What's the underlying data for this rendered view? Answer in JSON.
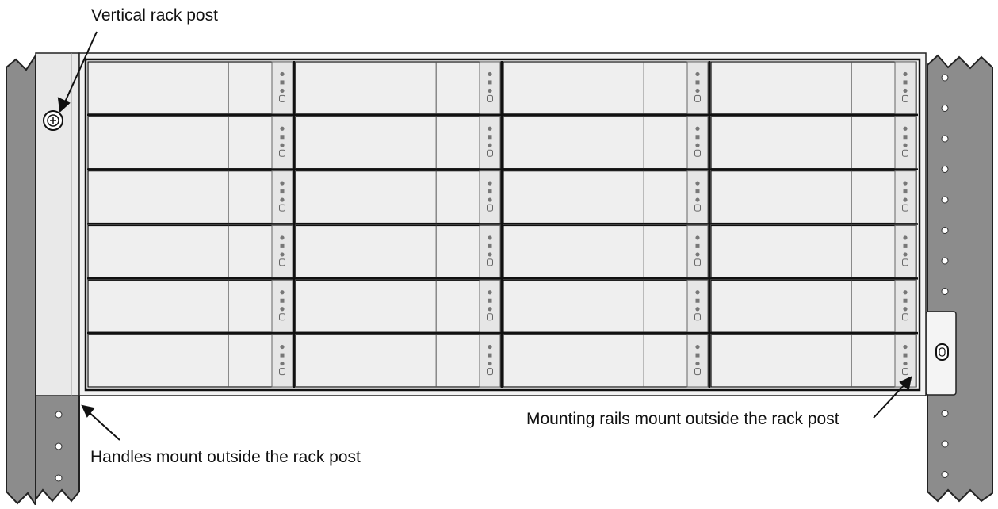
{
  "annotations": {
    "vertical_rack_post": "Vertical rack post",
    "handles_mount": "Handles mount outside the rack post",
    "mounting_rails_mount": "Mounting rails mount outside the rack post"
  },
  "chassis": {
    "rows": 6,
    "columns": 4
  },
  "colors": {
    "rack_post": "#8c8c8c",
    "rack_post_edge": "#222222",
    "drive_face": "#efefef",
    "bezel_face": "#e6e6e6",
    "outline": "#1a1a1a",
    "chassis_frame": "#f2f2f2"
  }
}
